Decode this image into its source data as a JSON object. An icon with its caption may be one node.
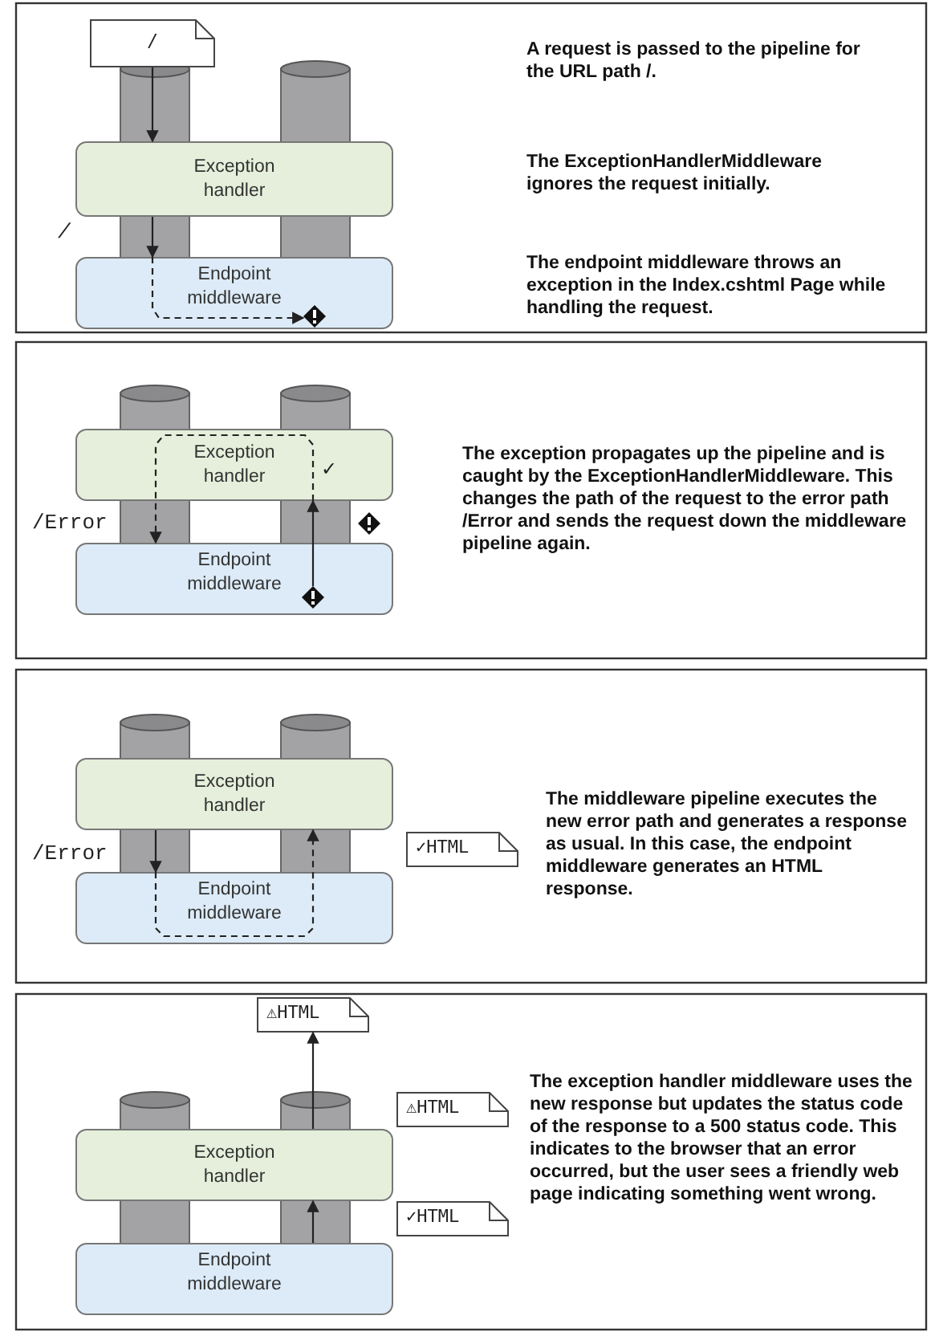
{
  "diagram": {
    "nodes": [
      {
        "text": [
          "/"
        ]
      },
      {
        "text": [
          "Exception handler"
        ]
      },
      {
        "text": [
          "Endpoint middleware"
        ]
      },
      {
        "text": [],
        "shape": "diamond",
        "in": 2
      },
      {
        "text": [
          "Exception handler"
        ]
      },
      {
        "text": [
          "Endpoint middleware"
        ]
      },
      {
        "text": [],
        "shape": "diamond",
        "in": 5
      },
      {
        "text": [
          "Exception handler"
        ]
      },
      {
        "text": [
          "Endpoint middleware"
        ]
      },
      {
        "text": [
          "✓HTML"
        ]
      },
      {
        "text": [
          "⚠HTML"
        ]
      },
      {
        "text": [
          "⚠HTML"
        ]
      },
      {
        "text": [
          "Exception handler"
        ]
      },
      {
        "text": [
          "Endpoint middleware"
        ]
      },
      {
        "text": [
          "✓HTML"
        ]
      }
    ],
    "edges": [
      {
        "from": 0,
        "to": 1,
        "arrow": "to"
      },
      {
        "from": 1,
        "to": 2,
        "arrow": "to"
      },
      {
        "from": 2,
        "to": 3,
        "arrow": "to",
        "style": "dashed"
      },
      {
        "from": 6,
        "to": 4,
        "arrow": "to"
      },
      {
        "from": 4,
        "to": 5,
        "arrow": "to",
        "style": "dashed"
      },
      {
        "from": 7,
        "to": 8,
        "arrow": "to"
      },
      {
        "from": 8,
        "to": 7,
        "arrow": "to",
        "style": "dashed"
      },
      {
        "from": 13,
        "to": 12,
        "arrow": "to"
      },
      {
        "from": 12,
        "to": 10,
        "arrow": "to"
      }
    ],
    "labels": [
      "A request is passed to the pipeline for the URL path /.",
      "The ExceptionHandlerMiddleware ignores the request initially.",
      "/",
      "The endpoint middleware throws an exception in the Index.cshtml Page while handling the request.",
      "✓",
      "/Error",
      "The exception propagates up the pipeline and is caught by the ExceptionHandlerMiddleware. This changes the path of the request to the error path /Error and sends the request down the middleware pipeline again.",
      "/Error",
      "The middleware pipeline executes the new error path and generates a response as usual. In this case, the endpoint middleware generates an HTML response.",
      "The exception handler middleware uses the new response but updates the status code of the response to a 500 status code. This indicates to the browser that an error occurred, but the user sees a friendly web page indicating something went wrong."
    ]
  }
}
